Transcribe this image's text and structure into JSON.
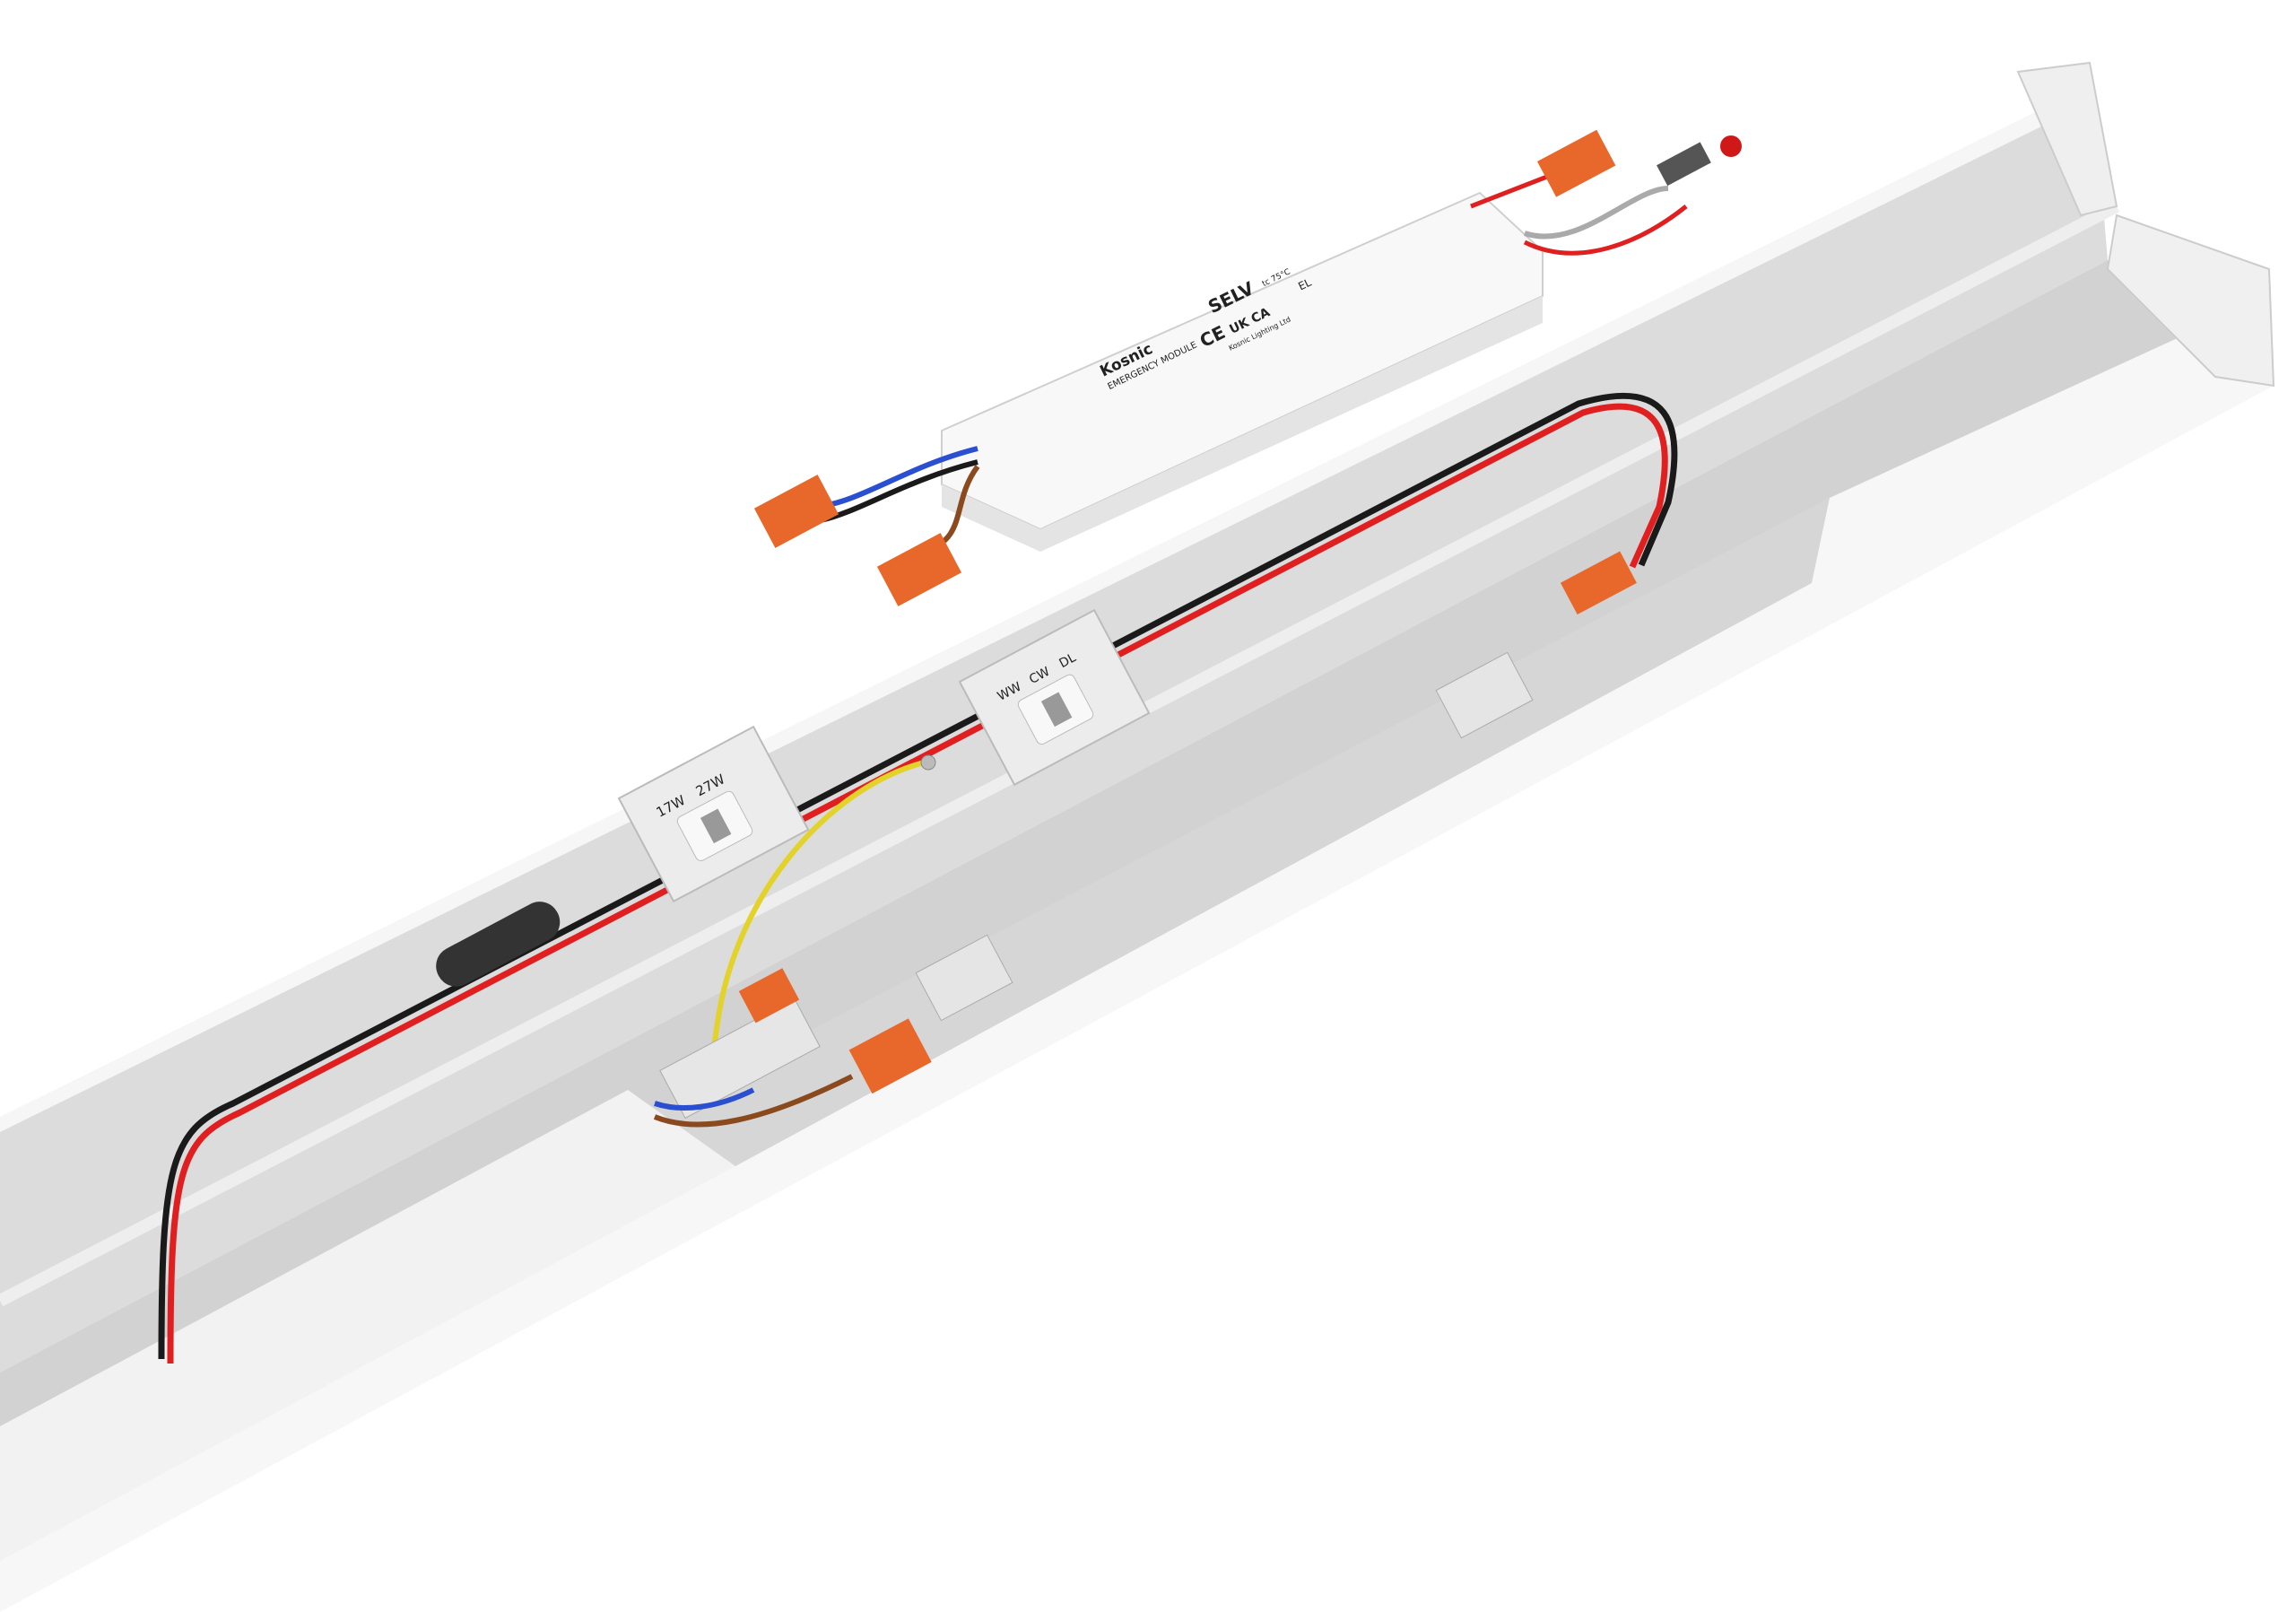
{
  "driver": {
    "brand": "Kosnic",
    "product": "EMERGENCY MODULE",
    "selv": "SELV",
    "ukca": "UK CA",
    "ce": "CE",
    "el": "EL",
    "tc": "tc 75°C",
    "company": "Kosnic Lighting Ltd"
  },
  "switches": {
    "power": [
      "17W",
      "27W"
    ],
    "cct": [
      "WW",
      "CW",
      "DL"
    ]
  },
  "colors": {
    "housing": "#f4f4f4",
    "interior": "#d9d9d9",
    "wire_red": "#e02020",
    "wire_black": "#1a1a1a",
    "wire_blue": "#2a4fd0",
    "wire_brown": "#8a4a1e",
    "wire_yellow": "#e3d22a",
    "connector": "#e8672a"
  }
}
